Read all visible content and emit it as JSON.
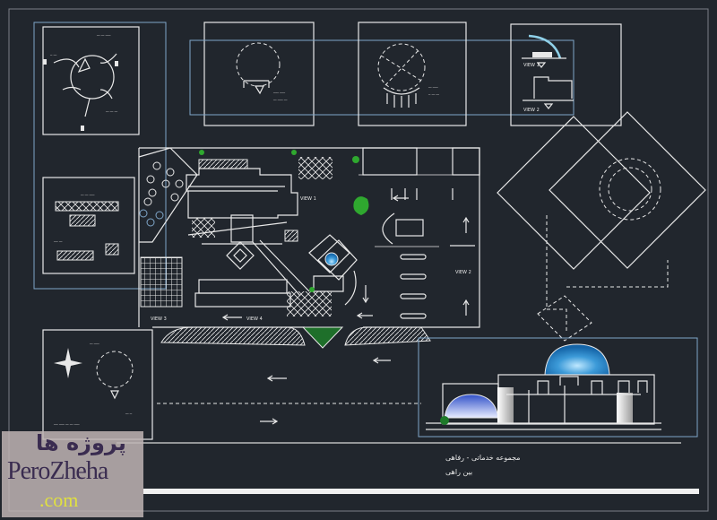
{
  "drawing": {
    "view_labels": [
      "VIEW 1",
      "VIEW 2",
      "VIEW 3",
      "VIEW 4"
    ],
    "title_line1": "مجموعه خدماتی - رفاهی",
    "title_line2": "بین راهی",
    "colors": {
      "background": "#21262d",
      "line": "#e8e8e8",
      "frame": "#7fa6c9",
      "dome": "#2d8fd0",
      "tree": "#2fa82f"
    }
  },
  "watermark": {
    "persian": "پروژه ها",
    "latin": "PeroZheha",
    "domain": ".com"
  }
}
